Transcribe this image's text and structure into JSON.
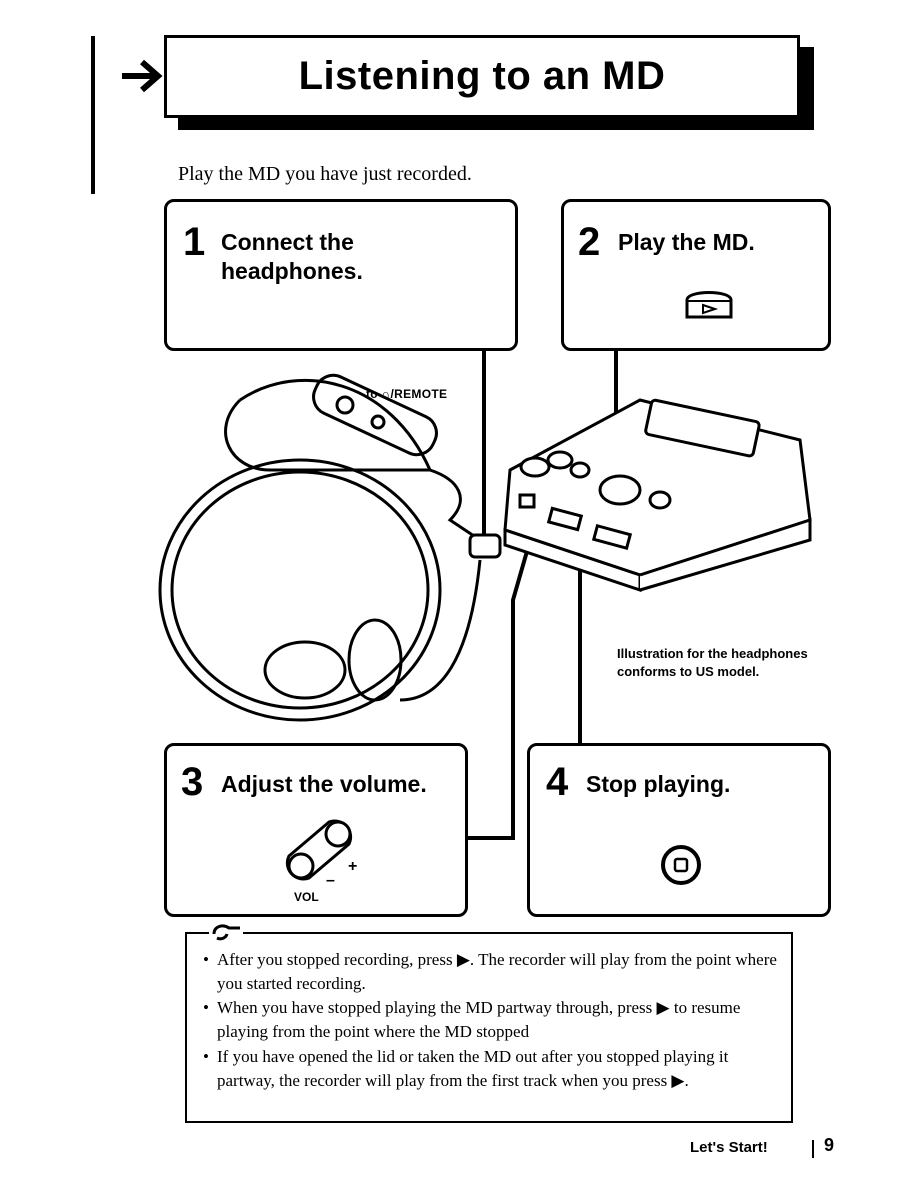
{
  "header": {
    "title": "Listening to an MD",
    "arrow_icon": "right-arrow-icon"
  },
  "intro": "Play the MD you have just recorded.",
  "steps": [
    {
      "number": "1",
      "title_line1": "Connect the",
      "title_line2": "headphones."
    },
    {
      "number": "2",
      "title": "Play the MD.",
      "icon": "play-button-icon"
    },
    {
      "number": "3",
      "title": "Adjust the volume.",
      "icon": "volume-button-icon",
      "vol_label": "VOL",
      "plus": "+",
      "minus": "–"
    },
    {
      "number": "4",
      "title": "Stop playing.",
      "icon": "stop-button-icon"
    }
  ],
  "illustration": {
    "remote_label": "to ∩/REMOTE",
    "caption": "Illustration for the headphones conforms to US model."
  },
  "notes": {
    "icon": "hint-hand-icon",
    "items": [
      "After you stopped recording, press ▶. The recorder will play from the point where you started recording.",
      "When you have stopped playing the MD partway through, press ▶ to resume playing from the point where the MD stopped",
      "If you have opened the lid or taken the MD out after you stopped playing it partway, the recorder will play from the first track when you press ▶."
    ]
  },
  "footer": {
    "section": "Let's Start!",
    "page": "9"
  }
}
